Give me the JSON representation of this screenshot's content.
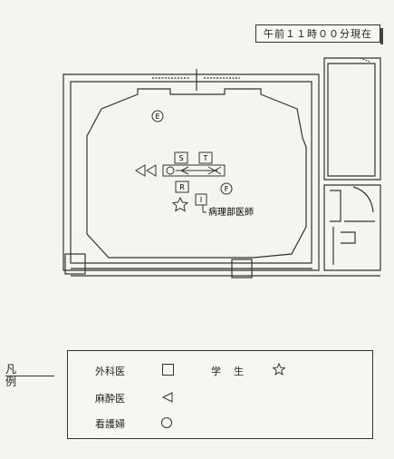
{
  "timestamp": "午前１１時００分現在",
  "room_labels": {
    "E": "E",
    "F": "F",
    "S": "S",
    "T": "T",
    "R": "R",
    "pathologist": "病理部医師"
  },
  "legend": {
    "title": "凡例",
    "items": [
      {
        "label": "外科医",
        "symbol": "square"
      },
      {
        "label": "麻酔医",
        "symbol": "triangle"
      },
      {
        "label": "看護婦",
        "symbol": "circle"
      },
      {
        "label": "学生",
        "symbol": "star"
      }
    ]
  }
}
